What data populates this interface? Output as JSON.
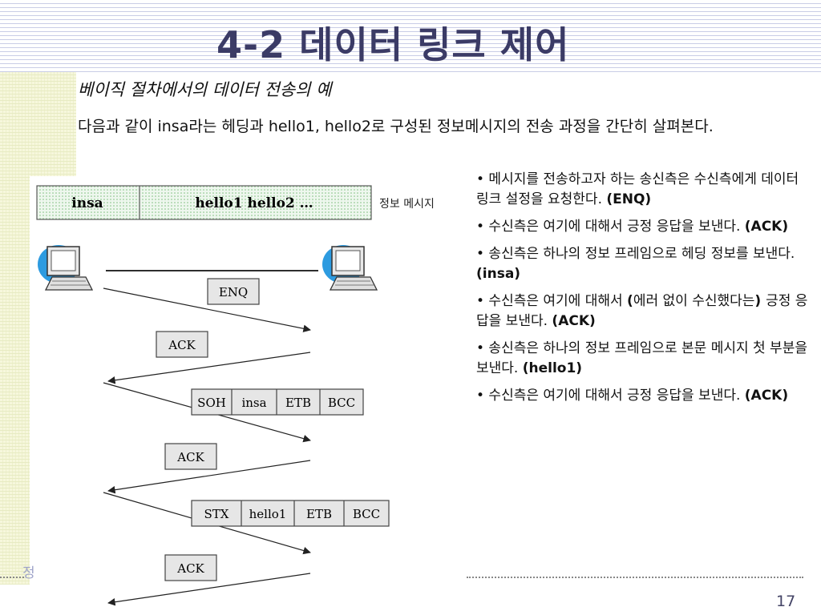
{
  "slide": {
    "title": "4-2 데이터 링크 제어",
    "subtitle": "베이직 절차에서의 데이터 전송의 예",
    "intro": "다음과 같이 insa라는 헤딩과 hello1, hello2로 구성된 정보메시지의 전송 과정을 간단히 살펴본다.",
    "page_number": "17",
    "footer_left_text": "정"
  },
  "diagram": {
    "message_fields": [
      "insa",
      "hello1 hello2 …"
    ],
    "message_label": "정보 메시지",
    "enq": "ENQ",
    "ack_labels": [
      "ACK",
      "ACK",
      "ACK"
    ],
    "frame1": [
      "SOH",
      "insa",
      "ETB",
      "BCC"
    ],
    "frame2": [
      "STX",
      "hello1",
      "ETB",
      "BCC"
    ],
    "icons": [
      "sender-computer-icon",
      "receiver-computer-icon"
    ]
  },
  "bullets": [
    {
      "text": "• 메시지를 전송하고자 하는 송신측은 수신측에게  데이터 링크 설정을 요청한다. ",
      "bold": "(ENQ)"
    },
    {
      "text": "• 수신측은 여기에 대해서 긍정 응답을 보낸다. ",
      "bold": "(ACK)"
    },
    {
      "text": "• 송신측은 하나의 정보 프레임으로 헤딩 정보를 보낸다. ",
      "bold": "(insa)"
    },
    {
      "text": "• 수신측은 여기에 대해서 ",
      "bold": "(",
      "text2": "에러 없이 수신했다는",
      "bold2": ") ",
      "text3": "긍정 응답을 보낸다. ",
      "bold3": "(ACK)"
    },
    {
      "text": "• 송신측은 하나의 정보 프레임으로 본문 메시지 첫 부분을 보낸다. ",
      "bold": "(hello1)"
    },
    {
      "text": "• 수신측은 여기에 대해서 긍정 응답을 보낸다. ",
      "bold": "(ACK)"
    }
  ],
  "colors": {
    "title": "#3b3b66",
    "stripe": "#c9cde6",
    "band": "#f6f7dc",
    "field_fill": "#d8ecd8",
    "box_fill": "#e6e6e6",
    "monitor_blue": "#2d9be0"
  }
}
